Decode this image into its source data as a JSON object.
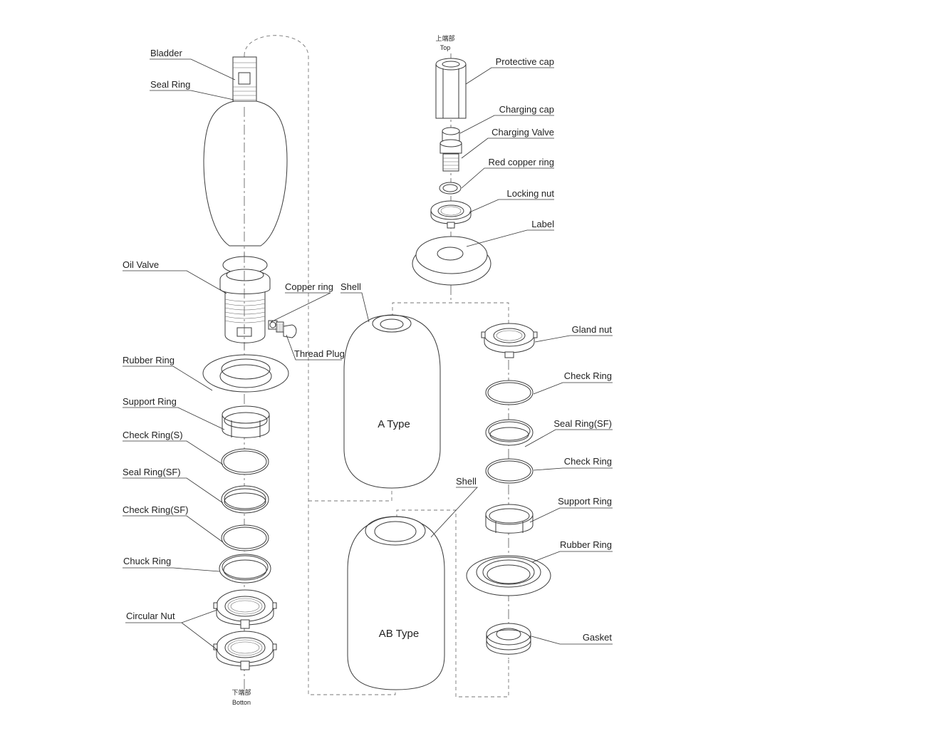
{
  "diagram": {
    "column_left": {
      "top_marker": {
        "zh": "",
        "en": ""
      },
      "bottom_marker": {
        "zh": "下端部",
        "en": "Botton"
      },
      "labels": {
        "bladder": "Bladder",
        "seal_ring": "Seal Ring",
        "oil_valve": "Oil Valve",
        "copper_ring": "Copper ring",
        "thread_plug": "Thread Plug",
        "rubber_ring": "Rubber Ring",
        "support_ring": "Support Ring",
        "check_ring_s": "Check Ring(S)",
        "seal_ring_sf": "Seal Ring(SF)",
        "check_ring_sf": "Check Ring(SF)",
        "chuck_ring": "Chuck Ring",
        "circular_nut": "Circular Nut"
      }
    },
    "column_middle": {
      "top_marker": {
        "zh": "上端部",
        "en": "Top"
      },
      "labels": {
        "protective_cap": "Protective cap",
        "charging_cap": "Charging cap",
        "charging_valve": "Charging Valve",
        "red_copper_ring": "Red copper ring",
        "locking_nut": "Locking nut",
        "label": "Label",
        "shell_a": "Shell",
        "shell_ab": "Shell"
      },
      "shell_a_type": "A Type",
      "shell_ab_type": "AB Type"
    },
    "column_right": {
      "labels": {
        "gland_nut": "Gland nut",
        "check_ring_1": "Check Ring",
        "seal_ring_sf": "Seal Ring(SF)",
        "check_ring_2": "Check Ring",
        "support_ring": "Support Ring",
        "rubber_ring": "Rubber Ring",
        "gasket": "Gasket"
      }
    }
  }
}
